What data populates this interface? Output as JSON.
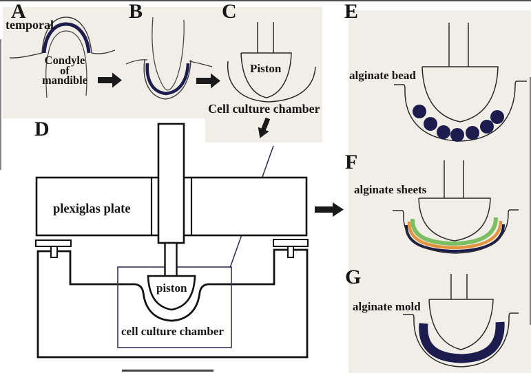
{
  "figure": {
    "panels": {
      "A": {
        "letter": "A",
        "temporal_label": "temporal",
        "condyle_label_lines": [
          "Condyle",
          "of",
          "mandible"
        ]
      },
      "B": {
        "letter": "B"
      },
      "C": {
        "letter": "C",
        "piston_label": "Piston",
        "chamber_label": "Cell culture chamber"
      },
      "D": {
        "letter": "D",
        "plate_label": "plexiglas plate",
        "piston_label": "piston",
        "chamber_label": "cell culture chamber"
      },
      "E": {
        "letter": "E",
        "label": "alginate bead"
      },
      "F": {
        "letter": "F",
        "label": "alginate sheets"
      },
      "G": {
        "letter": "G",
        "label": "alginate mold"
      }
    },
    "colors": {
      "navy": "#1c1c4e",
      "green": "#7cbf63",
      "orange": "#e2953e",
      "callout_navy": "#32325e",
      "panel_bg": "#f1ede7",
      "line": "#1a1a1a"
    }
  }
}
